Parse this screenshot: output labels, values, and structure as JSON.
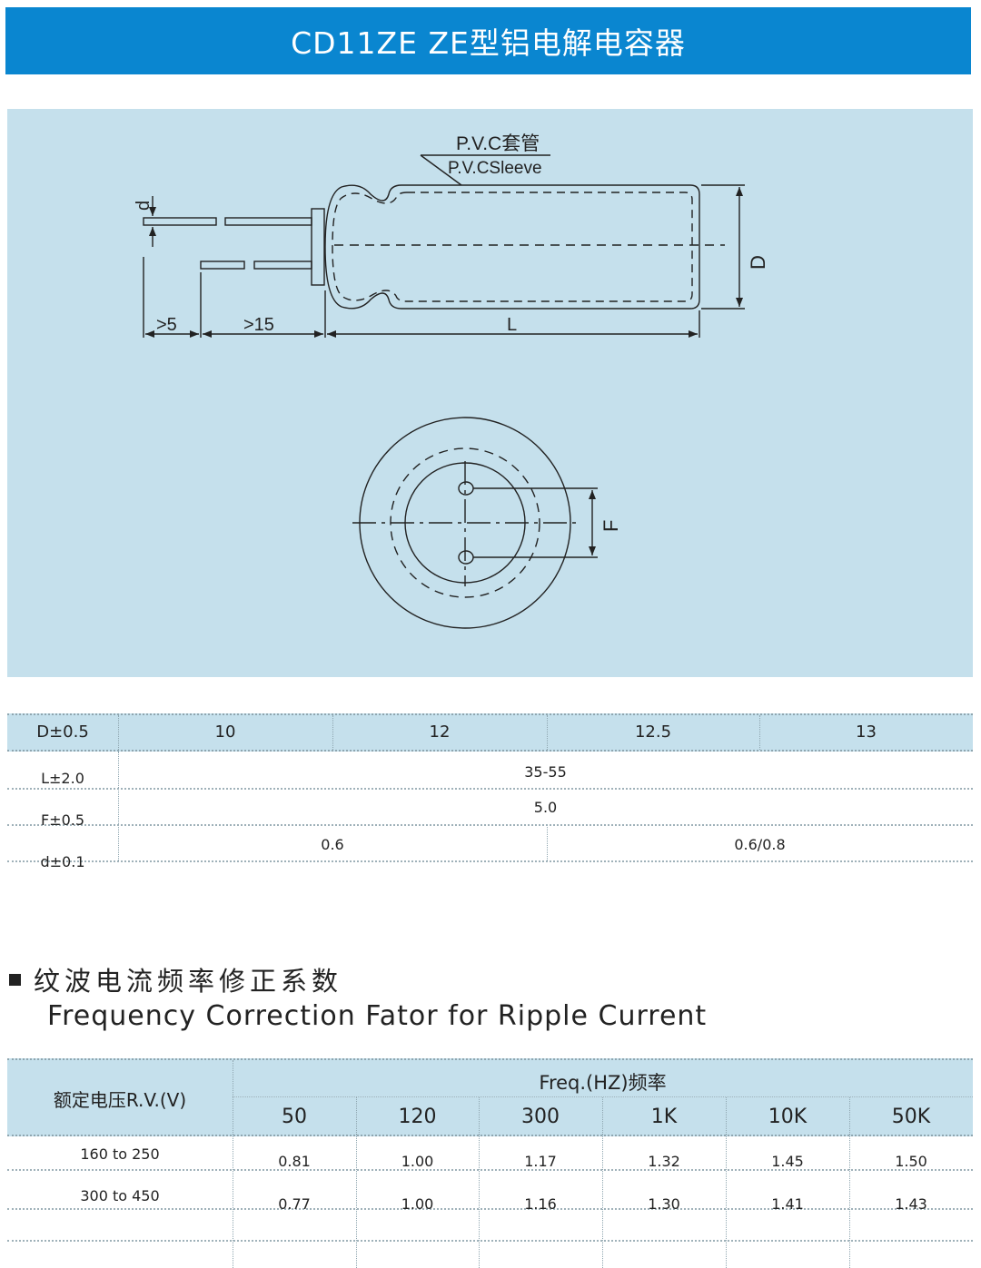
{
  "header": {
    "title": "CD11ZE  ZE型铝电解电容器"
  },
  "diagram": {
    "sleeve_label_cn": "P.V.C套管",
    "sleeve_label_en": "P.V.CSleeve",
    "dim_d_small": "d",
    "dim_lead1": ">5",
    "dim_lead2": ">15",
    "dim_L": "L",
    "dim_D": "D",
    "dim_F": "F"
  },
  "dimension_table": {
    "header_label": "D±0.5",
    "columns": [
      "10",
      "12",
      "12.5",
      "13"
    ],
    "rows": [
      {
        "label": "L±2.0",
        "values": [
          "35-55"
        ]
      },
      {
        "label": "F±0.5",
        "values": [
          "5.0"
        ]
      },
      {
        "label": "d±0.1",
        "values": [
          "0.6",
          "0.6/0.8"
        ]
      }
    ]
  },
  "section": {
    "title_cn": "纹波电流频率修正系数",
    "title_en": "Frequency Correction Fator for  Ripple Current"
  },
  "freq_table": {
    "rv_header": "额定电压R.V.(V)",
    "freq_header": "Freq.(HZ)频率",
    "frequencies": [
      "50",
      "120",
      "300",
      "1K",
      "10K",
      "50K"
    ],
    "rows": [
      {
        "label": "160 to  250",
        "values": [
          "0.81",
          "1.00",
          "1.17",
          "1.32",
          "1.45",
          "1.50"
        ]
      },
      {
        "label": "300  to 450",
        "values": [
          "0.77",
          "1.00",
          "1.16",
          "1.30",
          "1.41",
          "1.43"
        ]
      }
    ]
  }
}
